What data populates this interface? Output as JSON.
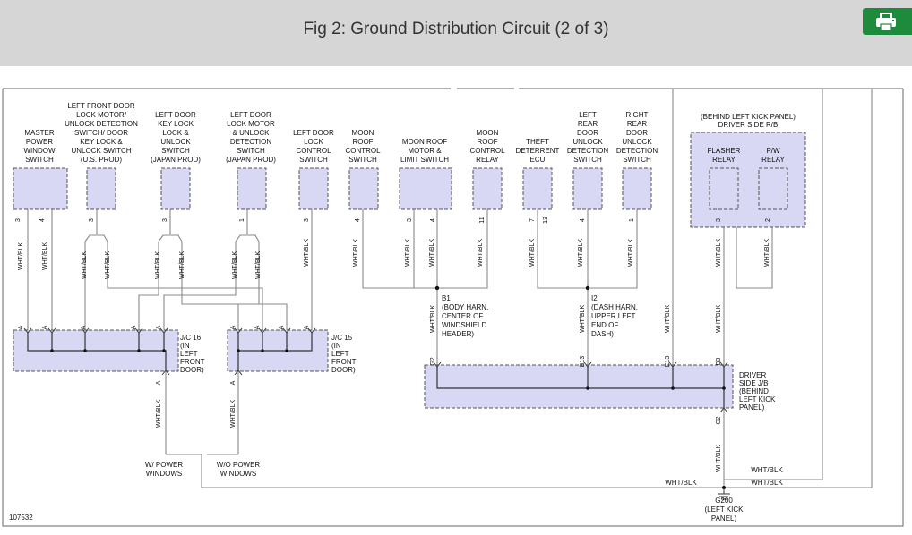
{
  "header": {
    "title": "Fig 2: Ground Distribution Circuit (2 of 3)",
    "print_icon": "printer-icon"
  },
  "colors": {
    "header_bg": "#d6d6d6",
    "print_button": "#1e8a3c",
    "component_fill": "#d8d8f4",
    "wire": "#888888"
  },
  "figure_id": "107532",
  "components": [
    {
      "label": [
        "MASTER",
        "POWER",
        "WINDOW",
        "SWITCH"
      ],
      "pins": [
        "3",
        "4"
      ]
    },
    {
      "label": [
        "LEFT FRONT DOOR",
        "LOCK MOTOR/",
        "UNLOCK DETECTION",
        "SWITCH/ DOOR",
        "KEY LOCK &",
        "UNLOCK SWITCH",
        "(U.S. PROD)"
      ],
      "pins": [
        "3"
      ]
    },
    {
      "label": [
        "LEFT DOOR",
        "KEY LOCK",
        "LOCK &",
        "UNLOCK",
        "SWITCH",
        "(JAPAN PROD)"
      ],
      "pins": [
        "3"
      ]
    },
    {
      "label": [
        "LEFT DOOR",
        "LOCK MOTOR",
        "& UNLOCK",
        "DETECTION",
        "SWITCH",
        "(JAPAN PROD)"
      ],
      "pins": [
        "1"
      ]
    },
    {
      "label": [
        "LEFT DOOR",
        "LOCK",
        "CONTROL",
        "SWITCH"
      ],
      "pins": [
        "3"
      ]
    },
    {
      "label": [
        "MOON",
        "ROOF",
        "CONTROL",
        "SWITCH"
      ],
      "pins": [
        "4"
      ]
    },
    {
      "label": [
        "MOON ROOF",
        "MOTOR &",
        "LIMIT SWITCH"
      ],
      "pins": [
        "3",
        "4"
      ]
    },
    {
      "label": [
        "MOON",
        "ROOF",
        "CONTROL",
        "RELAY"
      ],
      "pins": [
        "11"
      ]
    },
    {
      "label": [
        "THEFT",
        "DETERRENT",
        "ECU"
      ],
      "pins": [
        "7",
        "13"
      ]
    },
    {
      "label": [
        "LEFT",
        "REAR",
        "DOOR",
        "UNLOCK",
        "DETECTION",
        "SWITCH"
      ],
      "pins": [
        "4"
      ]
    },
    {
      "label": [
        "RIGHT",
        "REAR",
        "DOOR",
        "UNLOCK",
        "DETECTION",
        "SWITCH"
      ],
      "pins": [
        "1"
      ]
    }
  ],
  "kick_panel": {
    "label": [
      "(BEHIND LEFT KICK PANEL)",
      "DRIVER SIDE R/B"
    ],
    "relays": [
      {
        "label": [
          "FLASHER",
          "RELAY"
        ],
        "pin": "3"
      },
      {
        "label": [
          "P/W",
          "RELAY"
        ],
        "pin": "2"
      }
    ]
  },
  "wire_color": "WHT/BLK",
  "junction_blocks": {
    "jc16": {
      "label": [
        "J/C 16",
        "(IN",
        "LEFT",
        "FRONT",
        "DOOR)"
      ],
      "pin": "A"
    },
    "jc15": {
      "label": [
        "J/C 15",
        "(IN",
        "LEFT",
        "FRONT",
        "DOOR)"
      ],
      "pin": "A"
    },
    "driver_jb": {
      "label": [
        "DRIVER",
        "SIDE J/B",
        "(BEHIND",
        "LEFT KICK",
        "PANEL)"
      ],
      "pins": [
        "G2",
        "B13",
        "E13",
        "B3",
        "C2"
      ]
    }
  },
  "splices": {
    "b1": {
      "label": [
        "B1",
        "(BODY HARN,",
        "CENTER OF",
        "WINDSHIELD",
        "HEADER)"
      ]
    },
    "i2": {
      "label": [
        "I2",
        "(DASH HARN,",
        "UPPER LEFT",
        "END OF",
        "DASH)"
      ]
    }
  },
  "options": {
    "with_power_windows": [
      "W/ POWER",
      "WINDOWS"
    ],
    "without_power_windows": [
      "W/O POWER",
      "WINDOWS"
    ]
  },
  "ground": {
    "label": [
      "G200",
      "(LEFT KICK",
      "PANEL)"
    ]
  }
}
